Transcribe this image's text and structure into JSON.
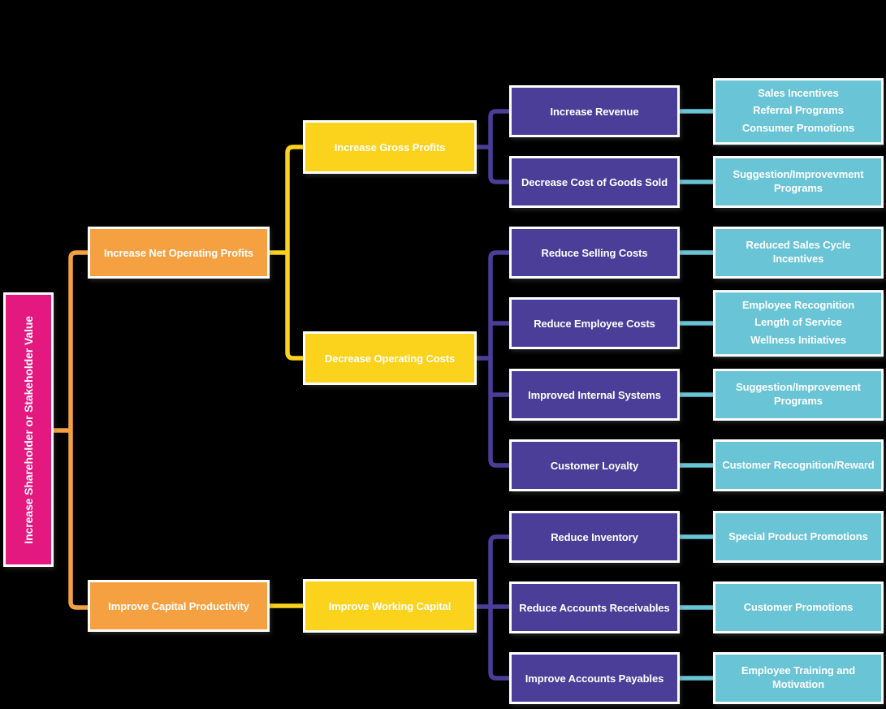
{
  "palette": {
    "bg": "#000000",
    "pink": "#E31980",
    "orange": "#F5A142",
    "yellow": "#FBD21C",
    "purple": "#4B3E99",
    "teal": "#69C4D5",
    "text": "#FFFFFF"
  },
  "root": {
    "label": "Increase Shareholder or Stakeholder Value"
  },
  "level2": [
    {
      "label": "Increase Net Operating Profits"
    },
    {
      "label": "Improve Capital Productivity"
    }
  ],
  "level3": [
    {
      "label": "Increase Gross Profits"
    },
    {
      "label": "Decrease Operating Costs"
    },
    {
      "label": "Improve Working Capital"
    }
  ],
  "level4": [
    {
      "label": "Increase Revenue"
    },
    {
      "label": "Decrease Cost of Goods Sold"
    },
    {
      "label": "Reduce Selling Costs"
    },
    {
      "label": "Reduce Employee Costs"
    },
    {
      "label": "Improved Internal Systems"
    },
    {
      "label": "Customer Loyalty"
    },
    {
      "label": "Reduce Inventory"
    },
    {
      "label": "Reduce Accounts Receivables"
    },
    {
      "label": "Improve Accounts Payables"
    }
  ],
  "level5": [
    {
      "lines": [
        "Sales Incentives",
        "Referral Programs",
        "Consumer Promotions"
      ]
    },
    {
      "lines": [
        "Suggestion/Improvevment Programs"
      ]
    },
    {
      "lines": [
        "Reduced Sales Cycle Incentives"
      ]
    },
    {
      "lines": [
        "Employee Recognition",
        "Length of Service",
        "Wellness Initiatives"
      ]
    },
    {
      "lines": [
        "Suggestion/Improvement Programs"
      ]
    },
    {
      "lines": [
        "Customer Recognition/Reward"
      ]
    },
    {
      "lines": [
        "Special Product Promotions"
      ]
    },
    {
      "lines": [
        "Customer Promotions"
      ]
    },
    {
      "lines": [
        "Employee Training and Motivation"
      ]
    }
  ]
}
